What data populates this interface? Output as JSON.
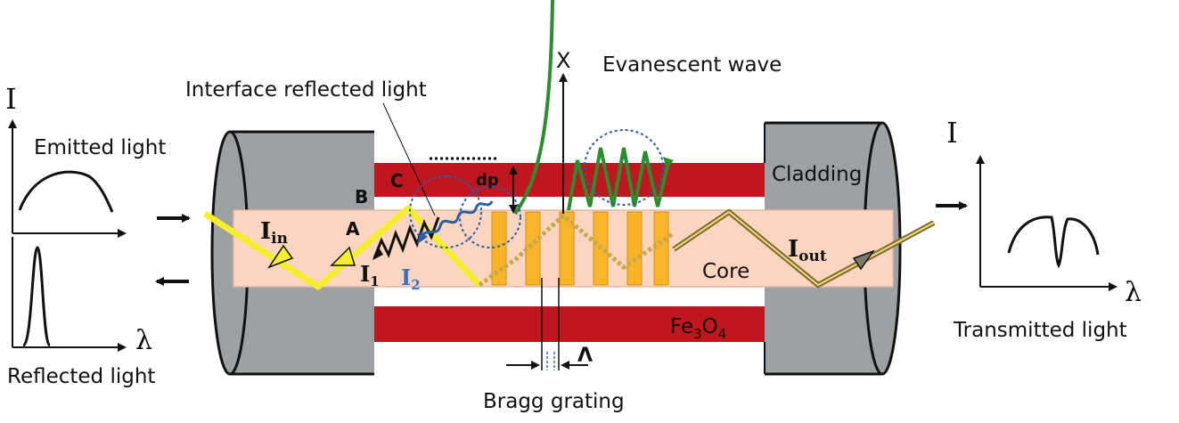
{
  "labels": {
    "emitted": "Emitted light",
    "reflected": "Reflected light",
    "transmitted": "Transmitted light",
    "interface": "Interface reflected light",
    "evanescent": "Evanescent wave",
    "cladding": "Cladding",
    "core": "Core",
    "fe3o4_main": "Fe",
    "fe3o4_sub1": "3",
    "fe3o4_o": "O",
    "fe3o4_sub2": "4",
    "bragg": "Bragg grating",
    "point_a": "A",
    "point_b": "B",
    "point_c": "C",
    "dp": "dp",
    "lambda_period": "Λ",
    "axis_x": "X"
  },
  "axes": {
    "intensity": "I",
    "wavelength": "λ"
  },
  "intensities": {
    "in_main": "I",
    "in_sub": "in",
    "i1_main": "I",
    "i1_sub": "1",
    "i2_main": "I",
    "i2_sub": "2",
    "out_main": "I",
    "out_sub": "out"
  },
  "colors": {
    "cladding_red": "#c0161e",
    "core_pink": "#fcd5c0",
    "jacket_gray": "#9ea1a4",
    "bragg_orange": "#f6b52a",
    "light_yellow": "#f4ee2c",
    "wave_green": "#2e8b2e",
    "wave_blue": "#2a5faa",
    "i2_blue": "#3a6fc2"
  }
}
